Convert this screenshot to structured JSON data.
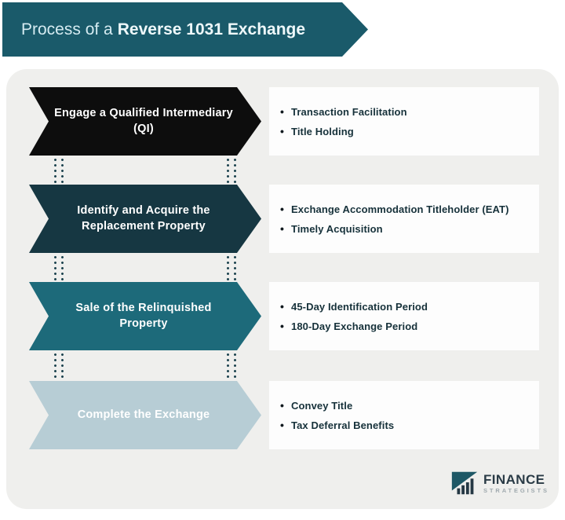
{
  "header": {
    "title_prefix": "Process of a",
    "title_bold": "Reverse 1031 Exchange",
    "banner_color": "#1a5a6a"
  },
  "steps": [
    {
      "label": "Engage a Qualified Intermediary (QI)",
      "color": "#0d0d0d",
      "bullets": [
        "Transaction Facilitation",
        "Title Holding"
      ]
    },
    {
      "label": "Identify and Acquire the Replacement Property",
      "color": "#163742",
      "bullets": [
        "Exchange Accommodation Titleholder (EAT)",
        "Timely Acquisition"
      ]
    },
    {
      "label": "Sale of the Relinquished Property",
      "color": "#1d6a7a",
      "bullets": [
        "45-Day Identification Period",
        "180-Day Exchange Period"
      ]
    },
    {
      "label": "Complete the Exchange",
      "color": "#b7cdd5",
      "bullets": [
        "Convey Title",
        "Tax Deferral Benefits"
      ]
    }
  ],
  "connector_color": "#1e4450",
  "panel_color": "#efefed",
  "logo": {
    "icon": "growth-bars-icon",
    "name": "FINANCE",
    "subname": "STRATEGISTS"
  }
}
